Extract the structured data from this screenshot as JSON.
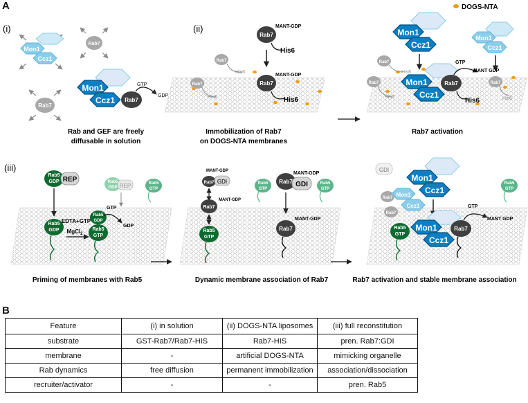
{
  "panel_a": {
    "letter": "A",
    "legend": "DOGS-NTA",
    "sub_i": {
      "label": "(i)",
      "caption_line1": "Rab and GEF are freely",
      "caption_line2": "diffusable in solution"
    },
    "sub_ii": {
      "label": "(ii)",
      "caption1_line1": "Immobilization of Rab7",
      "caption1_line2": "on DOGS-NTA membranes",
      "caption2": "Rab7 activation"
    },
    "sub_iii": {
      "label": "(iii)",
      "caption1": "Priming of membranes with Rab5",
      "caption2": "Dynamic membrane association of Rab7",
      "caption3": "Rab7 activation and stable membrane association"
    },
    "protein_labels": {
      "mon1": "Mon1",
      "ccz1": "Ccz1",
      "rab7": "Rab7",
      "rab5": "Rab5",
      "gtp": "GTP",
      "gdp": "GDP",
      "his6": "His6",
      "mant_gdp": "MANT-GDP",
      "mant_gdp_space": "MANT GDP",
      "rep": "REP",
      "gdi": "GDI",
      "edta_gtp": "EDTA+GTP",
      "mgcl2": "MgCl",
      "mgcl2_sub": "2"
    }
  },
  "panel_b": {
    "letter": "B",
    "headers": [
      "Feature",
      "(i) in solution",
      "(ii) DOGS-NTA  liposomes",
      "(iii) full reconstitution"
    ],
    "rows": [
      [
        "substrate",
        "GST-Rab7/Rab7-HIS",
        "Rab7-HIS",
        "pren. Rab7:GDI"
      ],
      [
        "membrane",
        "-",
        "artificial DOGS-NTA",
        "mimicking organelle"
      ],
      [
        "Rab dynamics",
        "free diffusion",
        "permanent immobilization",
        "association/dissociation"
      ],
      [
        "recruiter/activator",
        "-",
        "-",
        "pren. Rab5"
      ]
    ]
  },
  "colors": {
    "mon1_ccz1": "#0b7fc4",
    "mon1_ccz1_light": "#8dcde9",
    "rab7_dark": "#4a4a4a",
    "rab5_dark": "#0e6b2f",
    "rab5_light": "#5cb58a",
    "dogs_nta": "#f39c12"
  }
}
